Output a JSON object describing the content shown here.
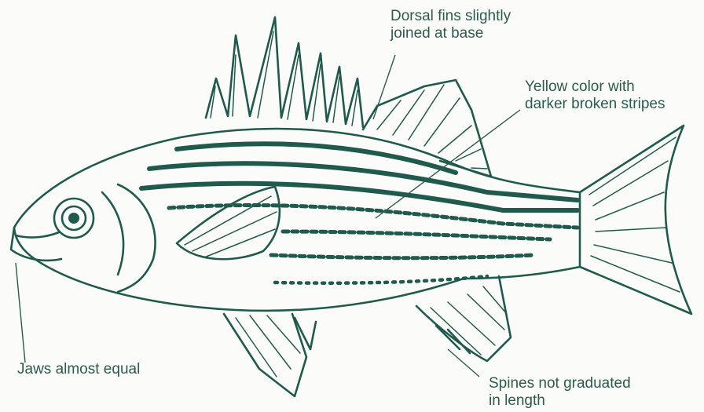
{
  "labels": {
    "dorsal": {
      "line1": "Dorsal fins slightly",
      "line2": "joined at base"
    },
    "color": {
      "line1": "Yellow color with",
      "line2": "darker broken stripes"
    },
    "jaws": {
      "line1": "Jaws almost equal"
    },
    "spines": {
      "line1": "Spines not graduated",
      "line2": "in length"
    }
  },
  "colors": {
    "ink": "#1f5a4c",
    "label": "#2a5c4e",
    "background": "#fbfcf9"
  }
}
